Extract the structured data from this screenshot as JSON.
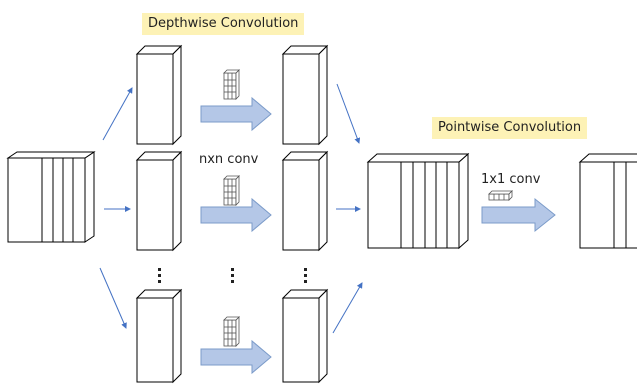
{
  "diagram": {
    "depthwise_title": "Depthwise Convolution",
    "pointwise_title": "Pointwise Convolution",
    "nxn_label": "nxn conv",
    "conv1x1_label": "1x1 conv"
  },
  "colors": {
    "arrow_fill": "#b4c7e7",
    "arrow_stroke": "#7b9bc9",
    "connector": "#4472c4",
    "title_background": "#fdf2b6",
    "outline": "#000000"
  }
}
